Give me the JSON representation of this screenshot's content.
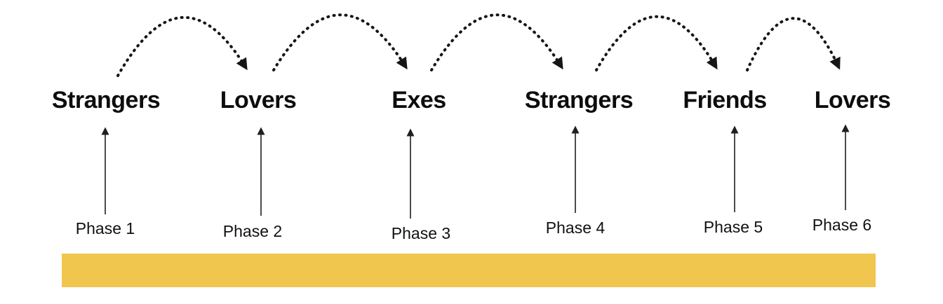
{
  "diagram": {
    "title": "relationship-phases-cycle",
    "stages": [
      {
        "label": "Strangers",
        "phase": "Phase 1"
      },
      {
        "label": "Lovers",
        "phase": "Phase 2"
      },
      {
        "label": "Exes",
        "phase": "Phase 3"
      },
      {
        "label": "Strangers",
        "phase": "Phase 4"
      },
      {
        "label": "Friends",
        "phase": "Phase 5"
      },
      {
        "label": "Lovers",
        "phase": "Phase 6"
      }
    ],
    "transitions": [
      {
        "from": "Strangers",
        "to": "Lovers"
      },
      {
        "from": "Lovers",
        "to": "Exes"
      },
      {
        "from": "Exes",
        "to": "Strangers"
      },
      {
        "from": "Strangers",
        "to": "Friends"
      },
      {
        "from": "Friends",
        "to": "Lovers"
      }
    ],
    "colors": {
      "bar": "#f0c64f",
      "text": "#0d0d0d",
      "arrow": "#161616",
      "background": "#ffffff"
    }
  }
}
